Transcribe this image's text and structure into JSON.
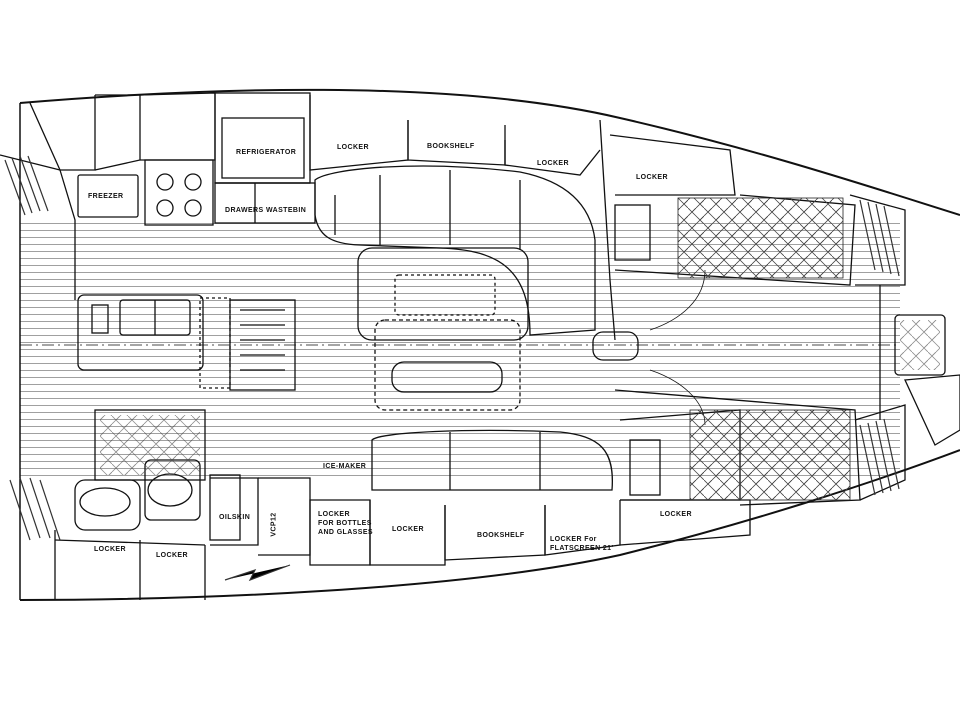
{
  "labels": {
    "freezer": "FREEZER",
    "refrigerator": "REFRIGERATOR",
    "drawers": "DRAWERS",
    "wastebin": "WASTEBIN",
    "locker_top_1": "LOCKER",
    "bookshelf_top": "BOOKSHELF",
    "locker_top_2": "LOCKER",
    "locker_fwd_top": "LOCKER",
    "ice_maker": "ICE-MAKER",
    "oilskin": "OILSKIN",
    "vcp12": "VCP12",
    "locker_bottles": "LOCKER\nFOR BOTTLES\nAND GLASSES",
    "locker_bottom_1": "LOCKER",
    "bookshelf_bottom": "BOOKSHELF",
    "locker_flatscreen": "LOCKER For\nFLATSCREEN 21'",
    "locker_fwd_bottom": "LOCKER",
    "locker_aft_1": "LOCKER",
    "locker_aft_2": "LOCKER"
  },
  "colors": {
    "line": "#1a1a1a",
    "floor": "#6a6a6a",
    "bg": "#ffffff"
  }
}
